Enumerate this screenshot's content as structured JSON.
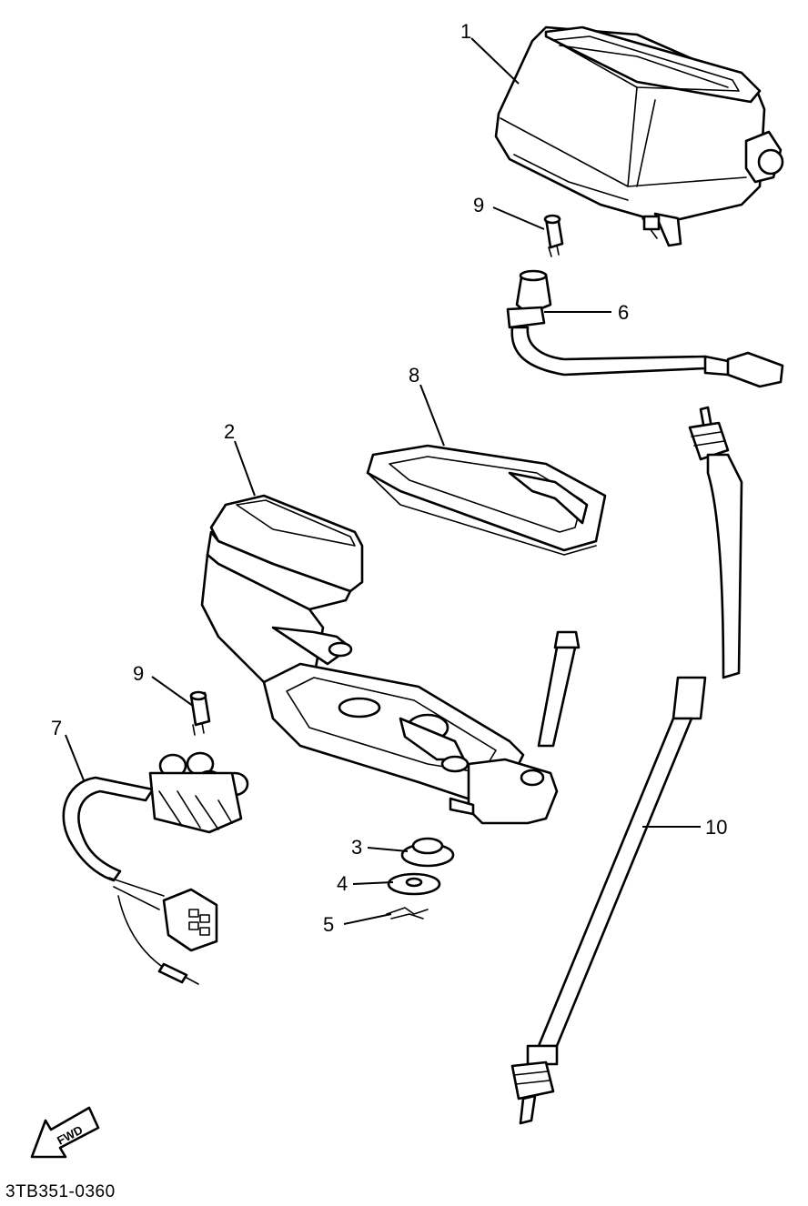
{
  "callouts": {
    "c1": "1",
    "c2": "2",
    "c3": "3",
    "c4": "4",
    "c5": "5",
    "c6": "6",
    "c7": "7",
    "c8": "8",
    "c9a": "9",
    "c9b": "9",
    "c10": "10"
  },
  "fwd_label": "FWD",
  "diagram_code": "3TB351-0360",
  "colors": {
    "line": "#000000",
    "background": "#ffffff"
  }
}
